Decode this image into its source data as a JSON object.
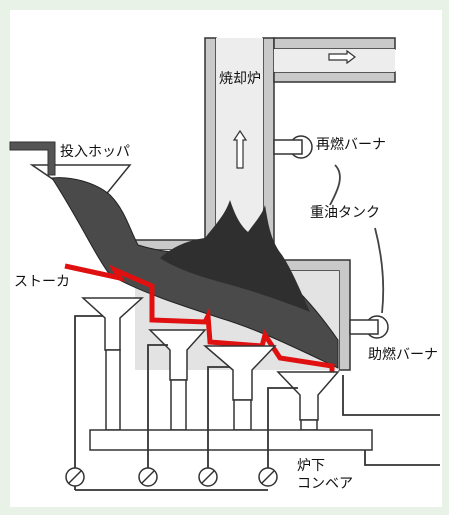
{
  "labels": {
    "incinerator": "焼却炉",
    "reburn_burner": "再燃バーナ",
    "hopper": "投入ホッパ",
    "heavy_oil_tank": "重油タンク",
    "stoker": "ストーカ",
    "aux_burner": "助燃バーナ",
    "under_furnace_conveyor_line1": "炉下",
    "under_furnace_conveyor_line2": "コンベア"
  },
  "colors": {
    "background": "#e9f2e7",
    "panel": "#ffffff",
    "wall": "#c9c9c9",
    "outline": "#333333",
    "waste": "#4a4a4a",
    "flame": "#2f2f2f",
    "stoker": "#e01010"
  },
  "icons": [
    "flow-arrow-icon",
    "burner-icon",
    "fan-icon"
  ]
}
